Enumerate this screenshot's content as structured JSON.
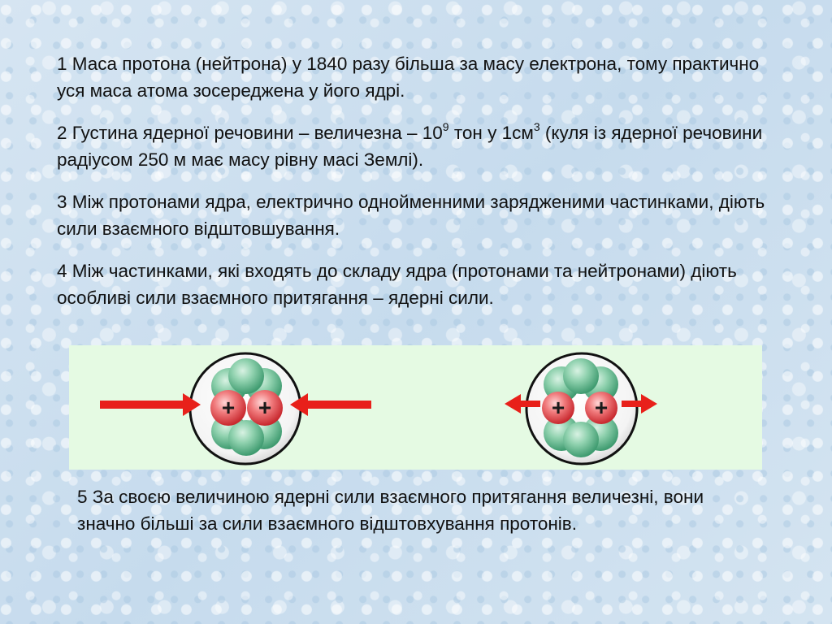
{
  "paragraphs": {
    "p1": "1 Маса протона (нейтрона) у 1840 разу більша за масу електрона, тому практично уся маса атома зосереджена у його ядрі.",
    "p2": {
      "a": "2 Густина ядерної речовини – величезна – 10",
      "sup1": "9",
      "b": " тон у 1см",
      "sup2": "3",
      "c": " (куля із ядерної речовини радіусом 250 м має масу рівну масі Землі)."
    },
    "p3": "3 Між протонами ядра, електрично однойменними зарядженими частинками, діють сили взаємного відштовшування.",
    "p4": "4 Між частинками, які входять до складу ядра (протонами та нейтронами) діють особливі сили взаємного притягання – ядерні сили.",
    "p5": "5 За своєю величиною ядерні сили взаємного притягання величезні, вони значно більші за сили взаємного відштовхування протонів."
  },
  "figure": {
    "proton_sign": "+",
    "colors": {
      "panel": "#e5fae3",
      "arrow": "#e8201a",
      "proton": "#e53b3f",
      "neutron": "#5fb88a",
      "ring": "#111111"
    },
    "icons": [
      "attraction-arrows-icon",
      "repulsion-arrows-icon"
    ]
  }
}
